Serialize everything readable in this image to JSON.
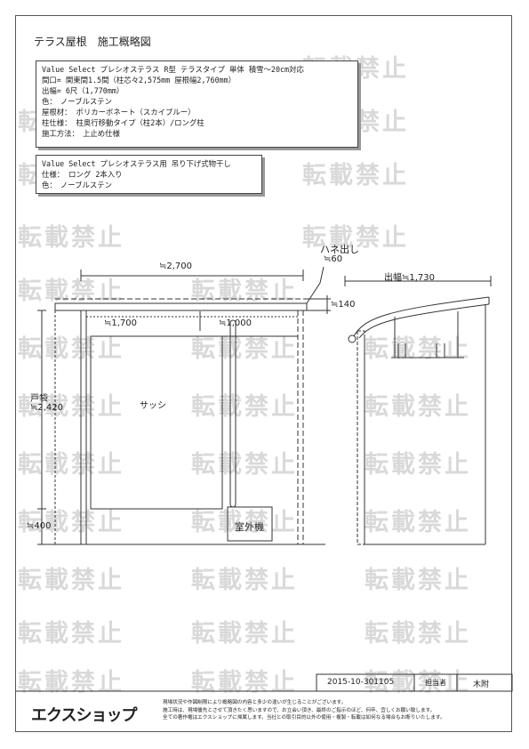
{
  "title": "テラス屋根　施工概略図",
  "spec1": [
    "Value Select プレシオステラス R型 テラスタイプ 単体 積雪～20cm対応",
    "間口= 関東間1.5間（柱芯々2,575mm 屋根幅2,760mm）",
    "出幅= 6尺（1,770mm）",
    "色：　ノーブルステン",
    "屋根材： ポリカーボネート（スカイブルー）",
    "柱仕様： 柱奥行移動タイプ（柱2本）/ロング柱",
    "施工方法：　上止め仕様"
  ],
  "spec2": [
    "Value Select プレシオステラス用 吊り下げ式物干し",
    "仕様： ロング 2本入り",
    "色：　ノーブルステン"
  ],
  "labels": {
    "width_total": "≒2,700",
    "overhang_title": "ハネ出し",
    "overhang_value": "≒60",
    "depth": "出幅≒1,730",
    "height_140": "≒140",
    "left_span": "≒1,700",
    "right_span": "≒1,000",
    "door_title": "戸袋",
    "door_value": "≒2,420",
    "sash": "サッシ",
    "base_400": "≒400",
    "ac_unit": "室外機"
  },
  "footer": {
    "code": "2015-10-301105",
    "staff_label": "担当者",
    "staff_name": "木附"
  },
  "logo": "エクスショップ",
  "notes": [
    "現場状況や作図制限により概略図の内容と多少の違いが生じることがございます。",
    "施工時は、現場優先とさせて頂きたく思いますので、お立会い頂き、最終のご指示のほど、何卒、宜しくお願い致します。",
    "全ての著作権はエクスショップに帰属します。当社との取引目的以外の使用・複製・転載は如何なる場合もお断りいたします。"
  ],
  "watermark": "転載禁止"
}
